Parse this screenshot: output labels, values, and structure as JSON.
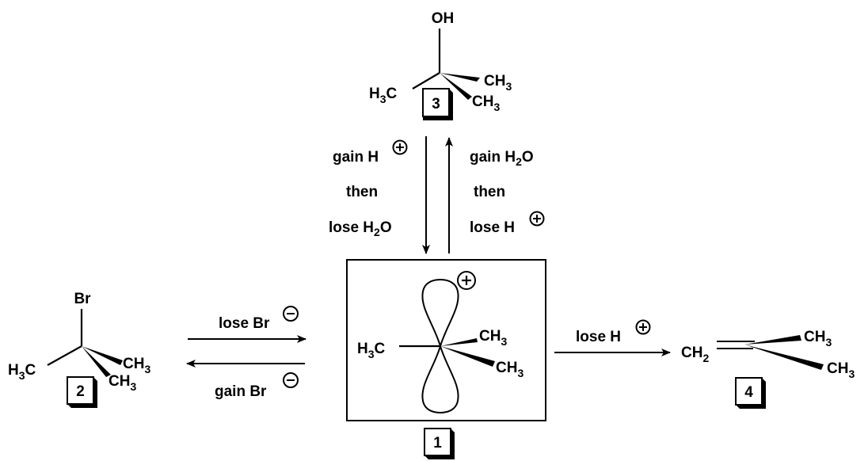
{
  "compound_3": {
    "oh": "OH",
    "h3c_left": "H",
    "h3c_left_sub": "3",
    "h3c_left_c": "C",
    "ch3_a_c": "CH",
    "ch3_a_sub": "3",
    "ch3_b_c": "CH",
    "ch3_b_sub": "3",
    "label": "3"
  },
  "compound_2": {
    "br": "Br",
    "h3c_h": "H",
    "h3c_sub": "3",
    "h3c_c": "C",
    "ch3_a_c": "CH",
    "ch3_a_sub": "3",
    "ch3_b_c": "CH",
    "ch3_b_sub": "3",
    "label": "2"
  },
  "compound_1": {
    "h3c_h": "H",
    "h3c_sub": "3",
    "h3c_c": "C",
    "ch3_a_c": "CH",
    "ch3_a_sub": "3",
    "ch3_b_c": "CH",
    "ch3_b_sub": "3",
    "charge": "+",
    "label": "1"
  },
  "compound_4": {
    "ch2_c": "CH",
    "ch2_sub": "2",
    "ch3_a_c": "CH",
    "ch3_a_sub": "3",
    "ch3_b_c": "CH",
    "ch3_b_sub": "3",
    "label": "4"
  },
  "arrows": {
    "down_line1": "gain H",
    "down_line2": "then",
    "down_line3_a": "lose H",
    "down_line3_sub": "2",
    "down_line3_b": "O",
    "up_line1_a": "gain H",
    "up_line1_sub": "2",
    "up_line1_b": "O",
    "up_line2": "then",
    "up_line3": "lose H",
    "lose_br": "lose Br",
    "gain_br": "gain Br",
    "lose_h": "lose H",
    "plus_sign": "+",
    "minus_sign": "−"
  }
}
